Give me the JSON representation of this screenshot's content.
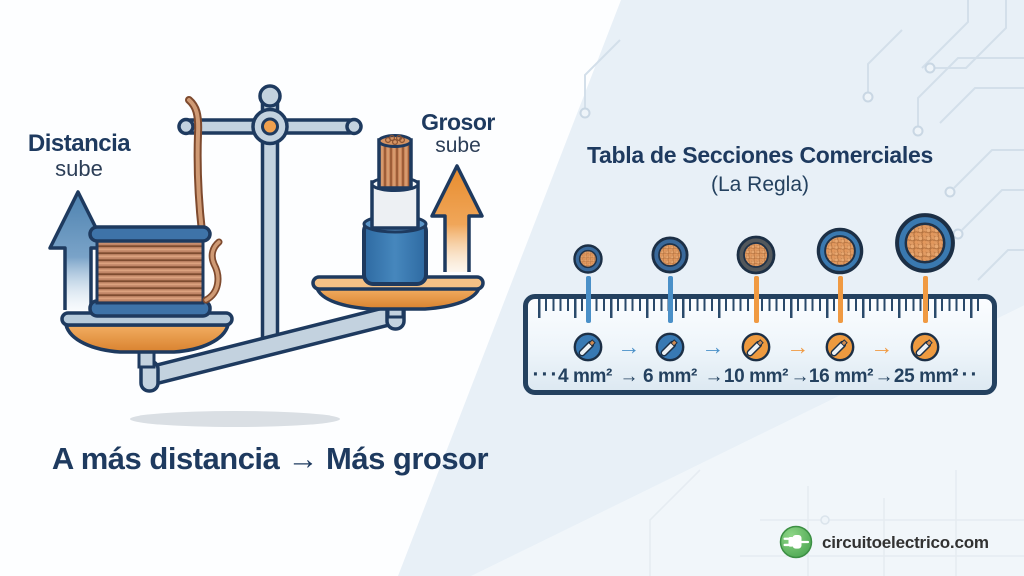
{
  "left": {
    "distance_label": "Distancia",
    "distance_sub": "sube",
    "thickness_label": "Grosor",
    "thickness_sub": "sube",
    "caption": "A más distancia → Más grosor"
  },
  "right": {
    "title": "Tabla de Secciones Comerciales",
    "subtitle": "(La Regla)",
    "ellipsis": "···",
    "flow_arrow": "→",
    "sections": [
      {
        "label": "4 mm²",
        "color": "blue",
        "ring": "blue"
      },
      {
        "label": "6 mm²",
        "color": "blue",
        "ring": "blue"
      },
      {
        "label": "10 mm²",
        "color": "orange",
        "ring": "dark"
      },
      {
        "label": "16 mm²",
        "color": "orange",
        "ring": "blue"
      },
      {
        "label": "25 mm²",
        "color": "orange",
        "ring": "blue"
      }
    ]
  },
  "footer": {
    "brand": "circuitoelectrico.com",
    "logo": "plug-icon"
  },
  "colors": {
    "navy": "#1e3a5f",
    "blue_accent": "#3879b3",
    "orange_accent": "#ee9a3f",
    "copper": "#c8845a",
    "brand_green": "#4a9e4e",
    "bg_right": "#e8f0f7"
  }
}
